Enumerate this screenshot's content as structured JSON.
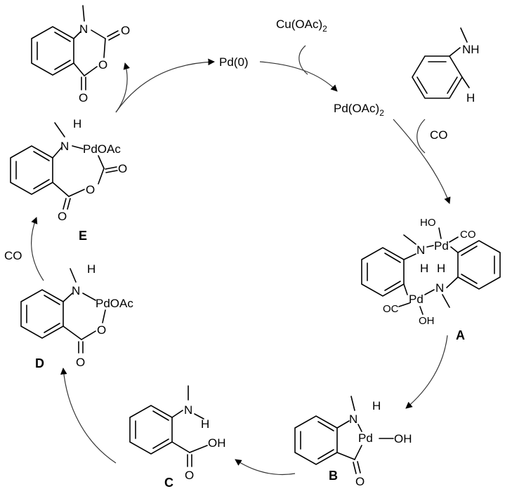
{
  "cycle": {
    "pd0": "Pd(0)",
    "pd_oac2": "Pd(OAc)2",
    "cu_oac2": "Cu(OAc)2",
    "co": "CO"
  },
  "substrate": {
    "n_label": "NH",
    "h_label": "H"
  },
  "complex_A": {
    "tag": "A",
    "ho_top": "HO",
    "co_top": "CO",
    "pd_top": "Pd",
    "n_top": "N",
    "h_top": "H",
    "h_mid": "H",
    "n_mid": "N",
    "pd_bot": "Pd",
    "oc_bot": "OC",
    "oh_bot": "OH"
  },
  "complex_B": {
    "tag": "B",
    "n": "N",
    "h": "H",
    "pd": "Pd",
    "oh": "OH",
    "o": "O"
  },
  "compound_C": {
    "tag": "C",
    "n": "N",
    "h": "H",
    "oh": "OH",
    "o": "O"
  },
  "complex_D": {
    "tag": "D",
    "n": "N",
    "h": "H",
    "pd_oac": "PdOAc",
    "o_ring": "O",
    "o_carbonyl": "O"
  },
  "complex_E": {
    "tag": "E",
    "n": "N",
    "h": "H",
    "pd_oac": "PdOAc",
    "o_top": "O",
    "o_ring": "O",
    "o_carbonyl": "O"
  },
  "product": {
    "n": "N",
    "o_top": "O",
    "o_ring": "O",
    "o_bottom": "O"
  }
}
